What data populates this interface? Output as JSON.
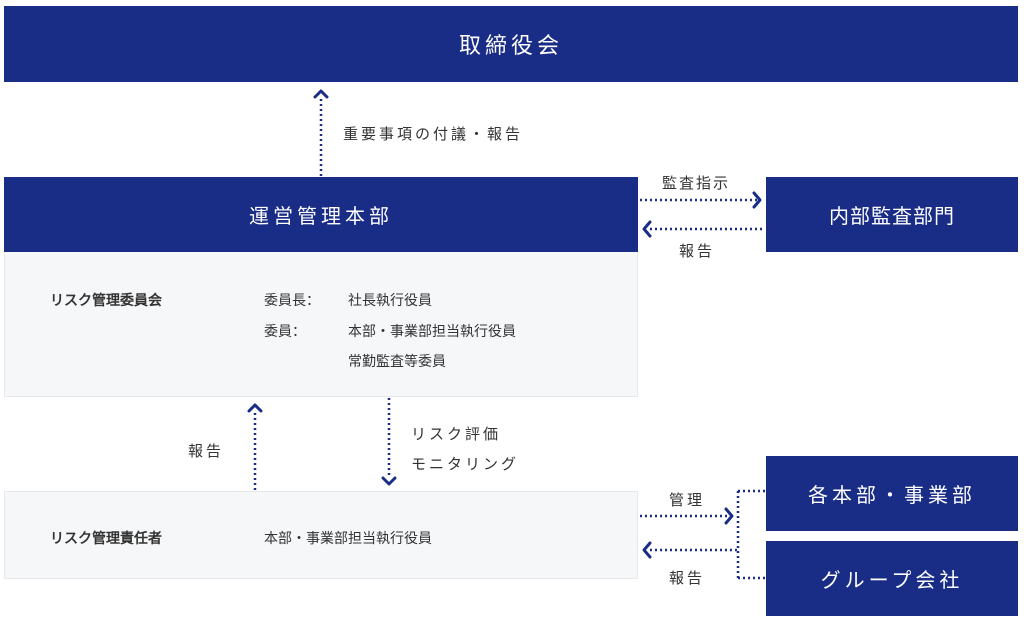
{
  "board": {
    "label": "取締役会"
  },
  "management_hq": {
    "label": "運営管理本部"
  },
  "internal_audit": {
    "label": "内部監査部門"
  },
  "divisions": {
    "label": "各本部・事業部"
  },
  "group_companies": {
    "label": "グループ会社"
  },
  "risk_committee": {
    "name": "リスク管理委員会",
    "chair_label": "委員長：",
    "chair_value": "社長執行役員",
    "member_label": "委員：",
    "member_value_1": "本部・事業部担当執行役員",
    "member_value_2": "常勤監査等委員"
  },
  "risk_officer": {
    "name": "リスク管理責任者",
    "value": "本部・事業部担当執行役員"
  },
  "arrows": {
    "to_board": "重要事項の付議・報告",
    "audit_instruction": "監査指示",
    "audit_report": "報告",
    "officer_report": "報告",
    "risk_eval_line1": "リスク評価",
    "risk_eval_line2": "モニタリング",
    "manage": "管理",
    "division_report": "報告"
  },
  "colors": {
    "navy": "#1a2d86",
    "panel": "#f6f7f9",
    "text": "#333333"
  }
}
